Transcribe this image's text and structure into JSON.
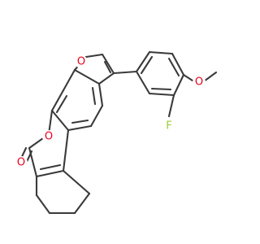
{
  "atoms": [
    {
      "id": "O_furan",
      "symbol": "O",
      "color": "#e8001c"
    },
    {
      "id": "O_methoxy",
      "symbol": "O",
      "color": "#e8001c"
    },
    {
      "id": "F",
      "symbol": "F",
      "color": "#9acd32"
    },
    {
      "id": "O_lactone_ring",
      "symbol": "O",
      "color": "#e8001c"
    },
    {
      "id": "O_carbonyl",
      "symbol": "O",
      "color": "#e8001c"
    }
  ]
}
